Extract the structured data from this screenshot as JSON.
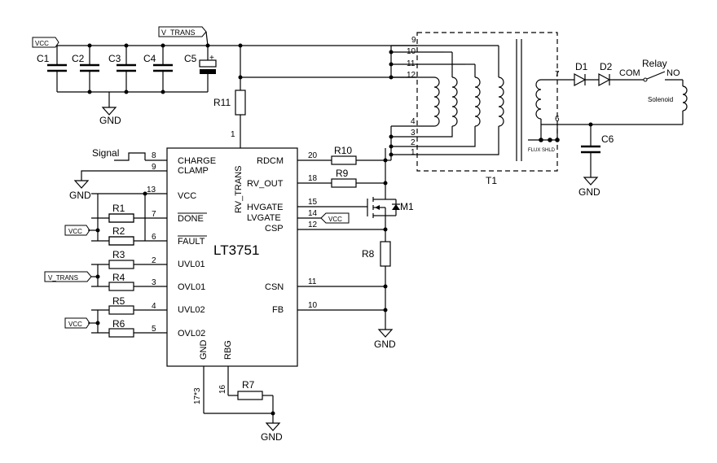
{
  "ic": {
    "part": "LT3751",
    "left_pins": [
      {
        "num": "8",
        "name": "CHARGE"
      },
      {
        "num": "9",
        "name": "CLAMP"
      },
      {
        "num": "13",
        "name": "VCC"
      },
      {
        "num": "7",
        "name": "DONE"
      },
      {
        "num": "6",
        "name": "FAULT"
      },
      {
        "num": "2",
        "name": "UVL01"
      },
      {
        "num": "3",
        "name": "OVL01"
      },
      {
        "num": "4",
        "name": "UVL02"
      },
      {
        "num": "5",
        "name": "OVL02"
      }
    ],
    "right_pins": [
      {
        "num": "20",
        "name": "RDCM"
      },
      {
        "num": "18",
        "name": "RV_OUT"
      },
      {
        "num": "15",
        "name": "HVGATE"
      },
      {
        "num": "14",
        "name": "LVGATE"
      },
      {
        "num": "12",
        "name": "CSP"
      },
      {
        "num": "11",
        "name": "CSN"
      },
      {
        "num": "10",
        "name": "FB"
      }
    ],
    "top_pin": {
      "num": "1",
      "name": "RV_TRANS"
    },
    "bottom_pins": [
      {
        "num": "17*3",
        "name": "GND"
      },
      {
        "num": "16",
        "name": "RBG"
      }
    ]
  },
  "nets": {
    "vcc": "VCC",
    "v_trans": "V_TRANS",
    "gnd": "GND",
    "signal": "Signal"
  },
  "components": {
    "capacitors": [
      "C1",
      "C2",
      "C3",
      "C4",
      "C5",
      "C6"
    ],
    "resistors": [
      "R1",
      "R2",
      "R3",
      "R4",
      "R5",
      "R6",
      "R7",
      "R8",
      "R9",
      "R10",
      "R11"
    ],
    "mosfet": "M1",
    "diodes": [
      "D1",
      "D2"
    ],
    "transformer": "T1",
    "flux_shield": "FLUX SHLD",
    "relay": {
      "label": "Relay",
      "com": "COM",
      "no": "NO"
    },
    "solenoid": "Solenoid",
    "c5_polarity": "+"
  },
  "transformer_pins": {
    "top": [
      "9",
      "10",
      "11",
      "12"
    ],
    "bottom": [
      "4",
      "3",
      "2",
      "1"
    ],
    "secondary": [
      "7",
      "6"
    ]
  }
}
